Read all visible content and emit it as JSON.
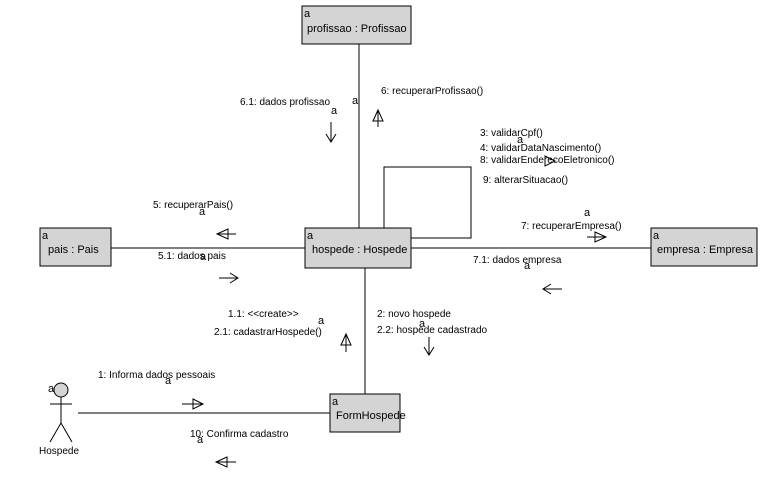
{
  "objects": {
    "profissao": "profissao : Profissao",
    "pais": "pais : Pais",
    "hospede": "hospede : Hospede",
    "empresa": "empresa : Empresa",
    "form": "FormHospede"
  },
  "actor": {
    "name": "Hospede"
  },
  "object_tag": "a",
  "messages": {
    "m6_1": "6.1: dados profissao",
    "m6": "6: recuperarProfissao()",
    "m3": "3: validarCpf()",
    "m4": "4: validarDataNascimento()",
    "m8": "8: validarEnderecoEletronico()",
    "m9": "9: alterarSituacao()",
    "m5": "5: recuperarPais()",
    "m5_1": "5.1: dados pais",
    "m7": "7: recuperarEmpresa()",
    "m7_1": "7.1: dados empresa",
    "m1_1": "1.1: <<create>>",
    "m2_1": "2.1: cadastrarHospede()",
    "m2": "2: novo hospede",
    "m2_2": "2.2: hospede cadastrado",
    "m1": "1: Informa dados pessoais",
    "m10": "10: Confirma cadastro"
  },
  "colors": {
    "box_fill": "#d4d4d4",
    "line": "#000000",
    "background": "#ffffff"
  }
}
